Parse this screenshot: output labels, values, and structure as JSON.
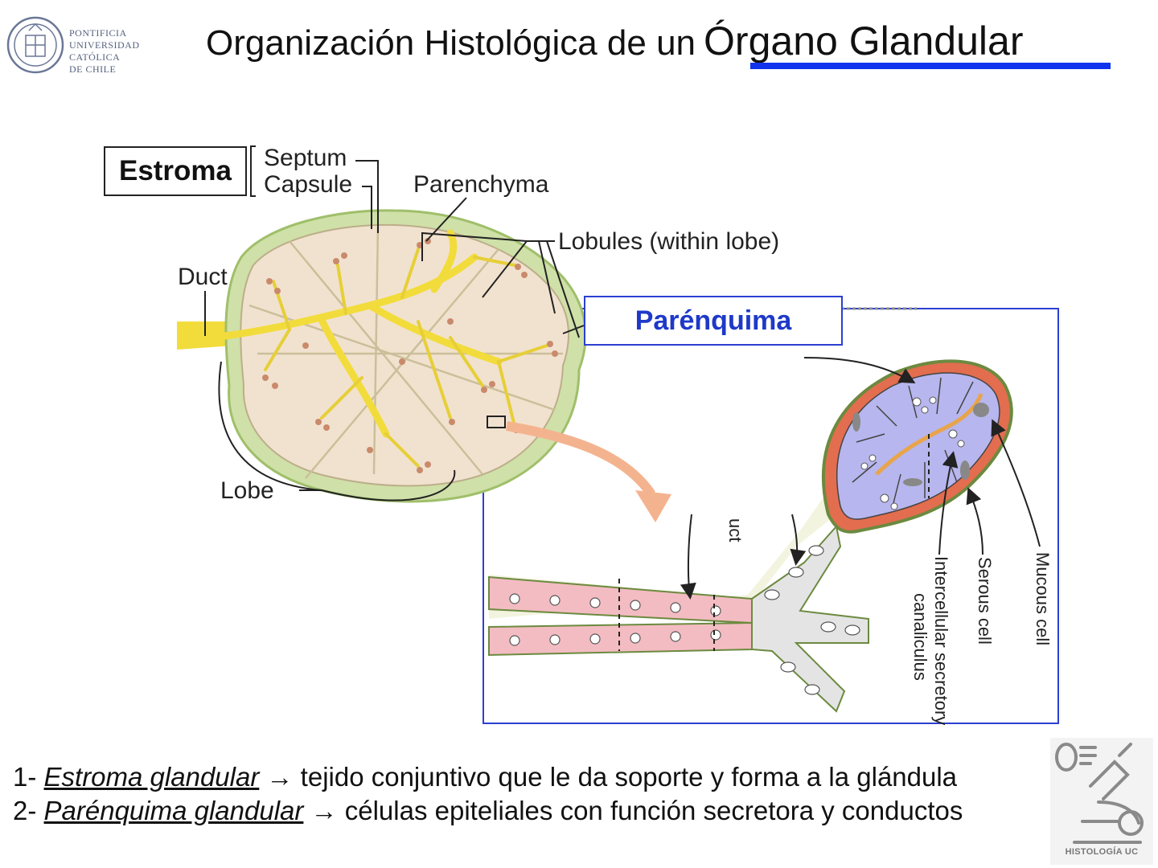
{
  "header": {
    "institution_lines": [
      "PONTIFICIA",
      "UNIVERSIDAD",
      "CATÓLICA",
      "DE CHILE"
    ],
    "title_part1": "Organización Histológica de un",
    "title_part2": "Órgano Glandular",
    "accent_color": "#1133ee"
  },
  "diagram": {
    "estroma_label": "Estroma",
    "parenquima_label": "Parénquima",
    "labels": {
      "septum": "Septum",
      "capsule": "Capsule",
      "parenchyma": "Parenchyma",
      "lobules": "Lobules (within lobe)",
      "duct": "Duct",
      "lobe": "Lobe",
      "duct_partial": "uct",
      "intercellular_line1": "Intercellular secretory",
      "intercellular_line2": "canaliculus",
      "serous_cell": "Serous cell",
      "mucous_cell": "Mucous cell"
    },
    "colors": {
      "gland_outer": "#cfe0a8",
      "parenchyma_fill": "#f1e2cf",
      "duct_yellow": "#f2dc3c",
      "acinus_purple": "#b7b6ee",
      "duct_pink": "#f3bcc2",
      "paren_box": "#2c3fd1"
    }
  },
  "footer": {
    "item1_prefix": "1-",
    "item1_term": "Estroma glandular",
    "item1_arrow": "→",
    "item1_text": "tejido conjuntivo que le da soporte y forma a la glándula",
    "item2_prefix": "2-",
    "item2_term": "Parénquima glandular",
    "item2_arrow": "→",
    "item2_text": "células epiteliales con función secretora y conductos"
  },
  "badge": {
    "label": "HISTOLOGÍA UC"
  }
}
